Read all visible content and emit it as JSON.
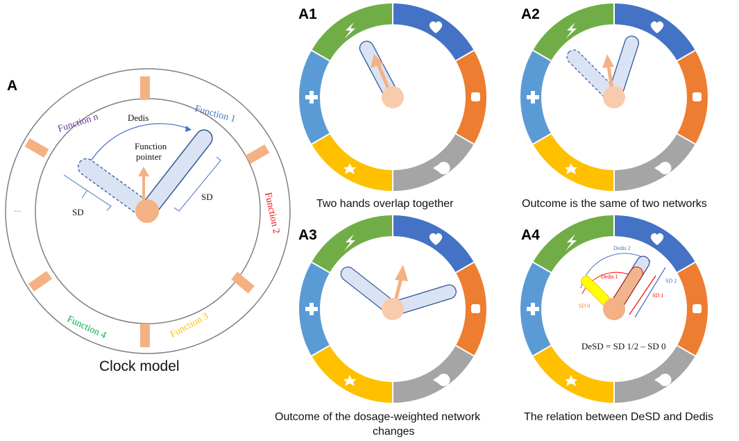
{
  "panel_a": {
    "label": "A",
    "caption": "Clock model",
    "functions": {
      "f1": "Function 1",
      "f2": "Function 2",
      "f3": "Function 3",
      "f4": "Function 4",
      "fn": "Function n",
      "ellipsis": "..."
    },
    "dedis": "Dedis",
    "pointer_line1": "Function",
    "pointer_line2": "pointer",
    "sd_left": "SD",
    "sd_right": "SD"
  },
  "panel_a1": {
    "label": "A1",
    "caption": "Two hands overlap together"
  },
  "panel_a2": {
    "label": "A2",
    "caption": "Outcome is the same of two networks"
  },
  "panel_a3": {
    "label": "A3",
    "caption_line1": "Outcome  of the dosage-weighted network",
    "caption_line2": "changes"
  },
  "panel_a4": {
    "label": "A4",
    "caption": "The relation between DeSD and Dedis",
    "dedis2": "Dedis 2",
    "dedis1": "Dedis 1",
    "sd0": "SD 0",
    "sd1": "SD 1",
    "sd2": "SD 2",
    "equation": "DeSD = SD 1/2 – SD 0"
  },
  "colors": {
    "green": "#70ad47",
    "blue": "#4472c4",
    "orange": "#ed7d31",
    "gray": "#a5a5a5",
    "yellow": "#ffc000",
    "lightblue": "#5b9bd5",
    "hub": "#f8cbad",
    "hand_fill": "#dae3f3",
    "hand_stroke": "#2f5597",
    "pointer": "#f4b183",
    "marker": "#f4b183",
    "fn1_text": "#4472c4",
    "fn2_text": "#ff0000",
    "fn3_text": "#ffc000",
    "fn4_text": "#00b050",
    "fnn_text": "#7030a0"
  },
  "segment_icons": [
    "bolt-icon",
    "heart-icon",
    "square-icon",
    "pacman-icon",
    "star-icon",
    "cross-icon"
  ]
}
